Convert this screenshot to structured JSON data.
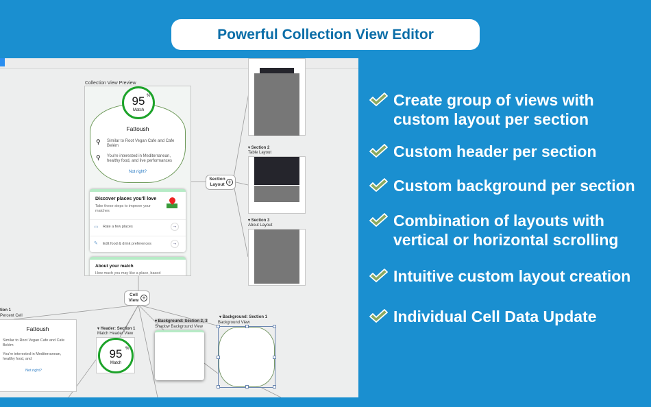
{
  "title": "Powerful Collection View Editor",
  "features": [
    "Create group of views with custom layout per section",
    "Custom header per section",
    "Custom background per section",
    "Combination of layouts with vertical or horizontal scrolling",
    "Intuitive custom layout creation",
    "Individual Cell Data Update"
  ],
  "editor": {
    "preview_label": "Collection View Preview",
    "match_pct": "95",
    "pct_sign": "%",
    "match_label": "Match",
    "place": "Fattoush",
    "reason1": "Similar to Root Vegan Cafe and Cafe Belém",
    "reason2": "You're interested in Mediterranean, healthy food, and live performances",
    "not_right": "Not right?",
    "card1_title": "Discover places you'll love",
    "card1_sub": "Take these steps to improve your matches",
    "card1_row1": "Rate a few places",
    "card1_row2": "Edit food & drink preferences",
    "card2_title": "About your match",
    "card2_sub": "How much you may like a place, based",
    "section_layout": "Section Layout",
    "cell_view": "Cell View",
    "section2": "▾ Section 2",
    "section2_sub": "Table Layout",
    "section3": "▾ Section 3",
    "section3_sub": "About Layout",
    "left_section": "tion 1",
    "left_sub": "Percent Cell",
    "left_reason1": "Similar to Root Vegan Cafe and Cafe Belém",
    "left_reason2": "You're interested in Mediterranean, healthy food, and",
    "header_label": "▾ Header: Section 1",
    "header_sub": "Match Header View",
    "bg23_label": "▾ Background: Section 2, 3",
    "bg23_sub": "Shadow Background View",
    "bg1_label": "▾ Background: Section 1",
    "bg1_sub": "Background View"
  }
}
